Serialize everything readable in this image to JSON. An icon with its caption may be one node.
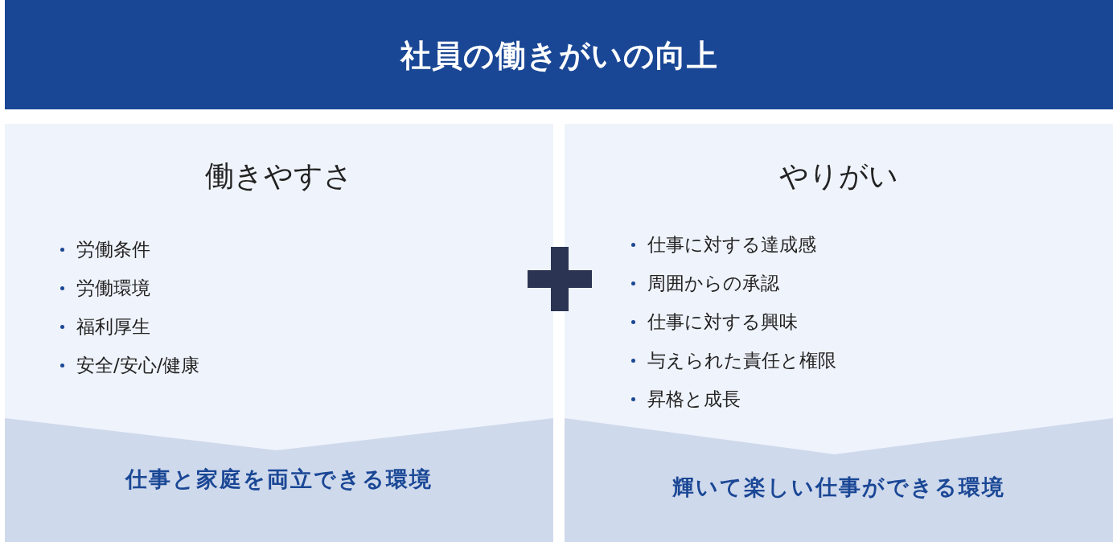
{
  "diagram": {
    "title": "社員の働きがいの向上",
    "nodes": [
      {
        "text": [
          "働きやすさ",
          "労働条件",
          "労働環境",
          "福利厚生",
          "安全/安心/健康"
        ]
      },
      {
        "text": [
          "仕事と家庭を両立できる環境"
        ],
        "in": 0
      },
      {
        "text": [
          "やりがい",
          "仕事に対する達成感",
          "周囲からの承認",
          "仕事に対する興味",
          "与えられた責任と権限",
          "昇格と成長"
        ]
      },
      {
        "text": [
          "輝いて楽しい仕事ができる環境"
        ],
        "in": 2
      }
    ]
  }
}
